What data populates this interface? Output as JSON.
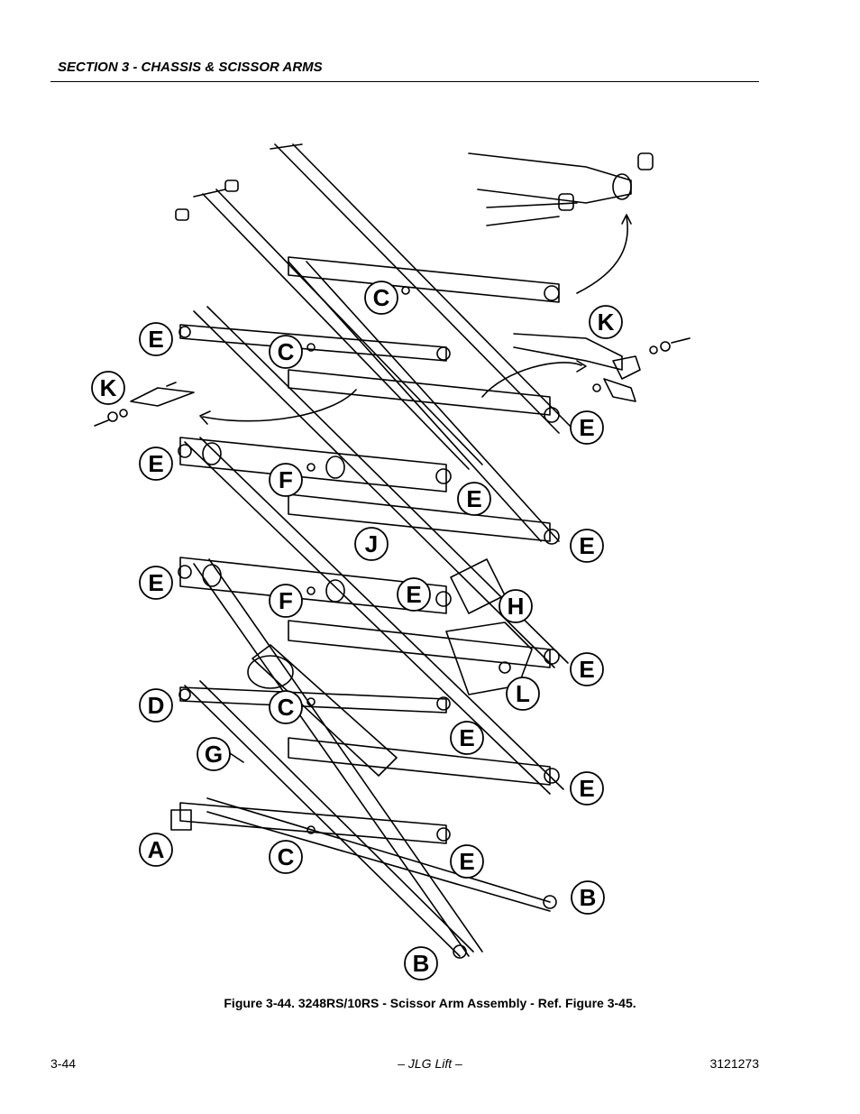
{
  "header": {
    "section_title": "SECTION 3 - CHASSIS & SCISSOR ARMS"
  },
  "figure": {
    "callouts": {
      "c1": "C",
      "k1": "K",
      "e1": "E",
      "c2": "C",
      "k2": "K",
      "e2": "E",
      "e3": "E",
      "f1": "F",
      "e4": "E",
      "j": "J",
      "e5": "E",
      "e6": "E",
      "e7": "E",
      "f2": "F",
      "h": "H",
      "e8": "E",
      "d": "D",
      "c3": "C",
      "l": "L",
      "e9": "E",
      "g": "G",
      "e10": "E",
      "a": "A",
      "c4": "C",
      "e11": "E",
      "b1": "B",
      "b2": "B"
    }
  },
  "caption": "Figure 3-44.  3248RS/10RS - Scissor Arm Assembly - Ref. Figure 3-45.",
  "footer": {
    "page_number": "3-44",
    "publisher": "– JLG Lift –",
    "doc_number": "3121273"
  }
}
